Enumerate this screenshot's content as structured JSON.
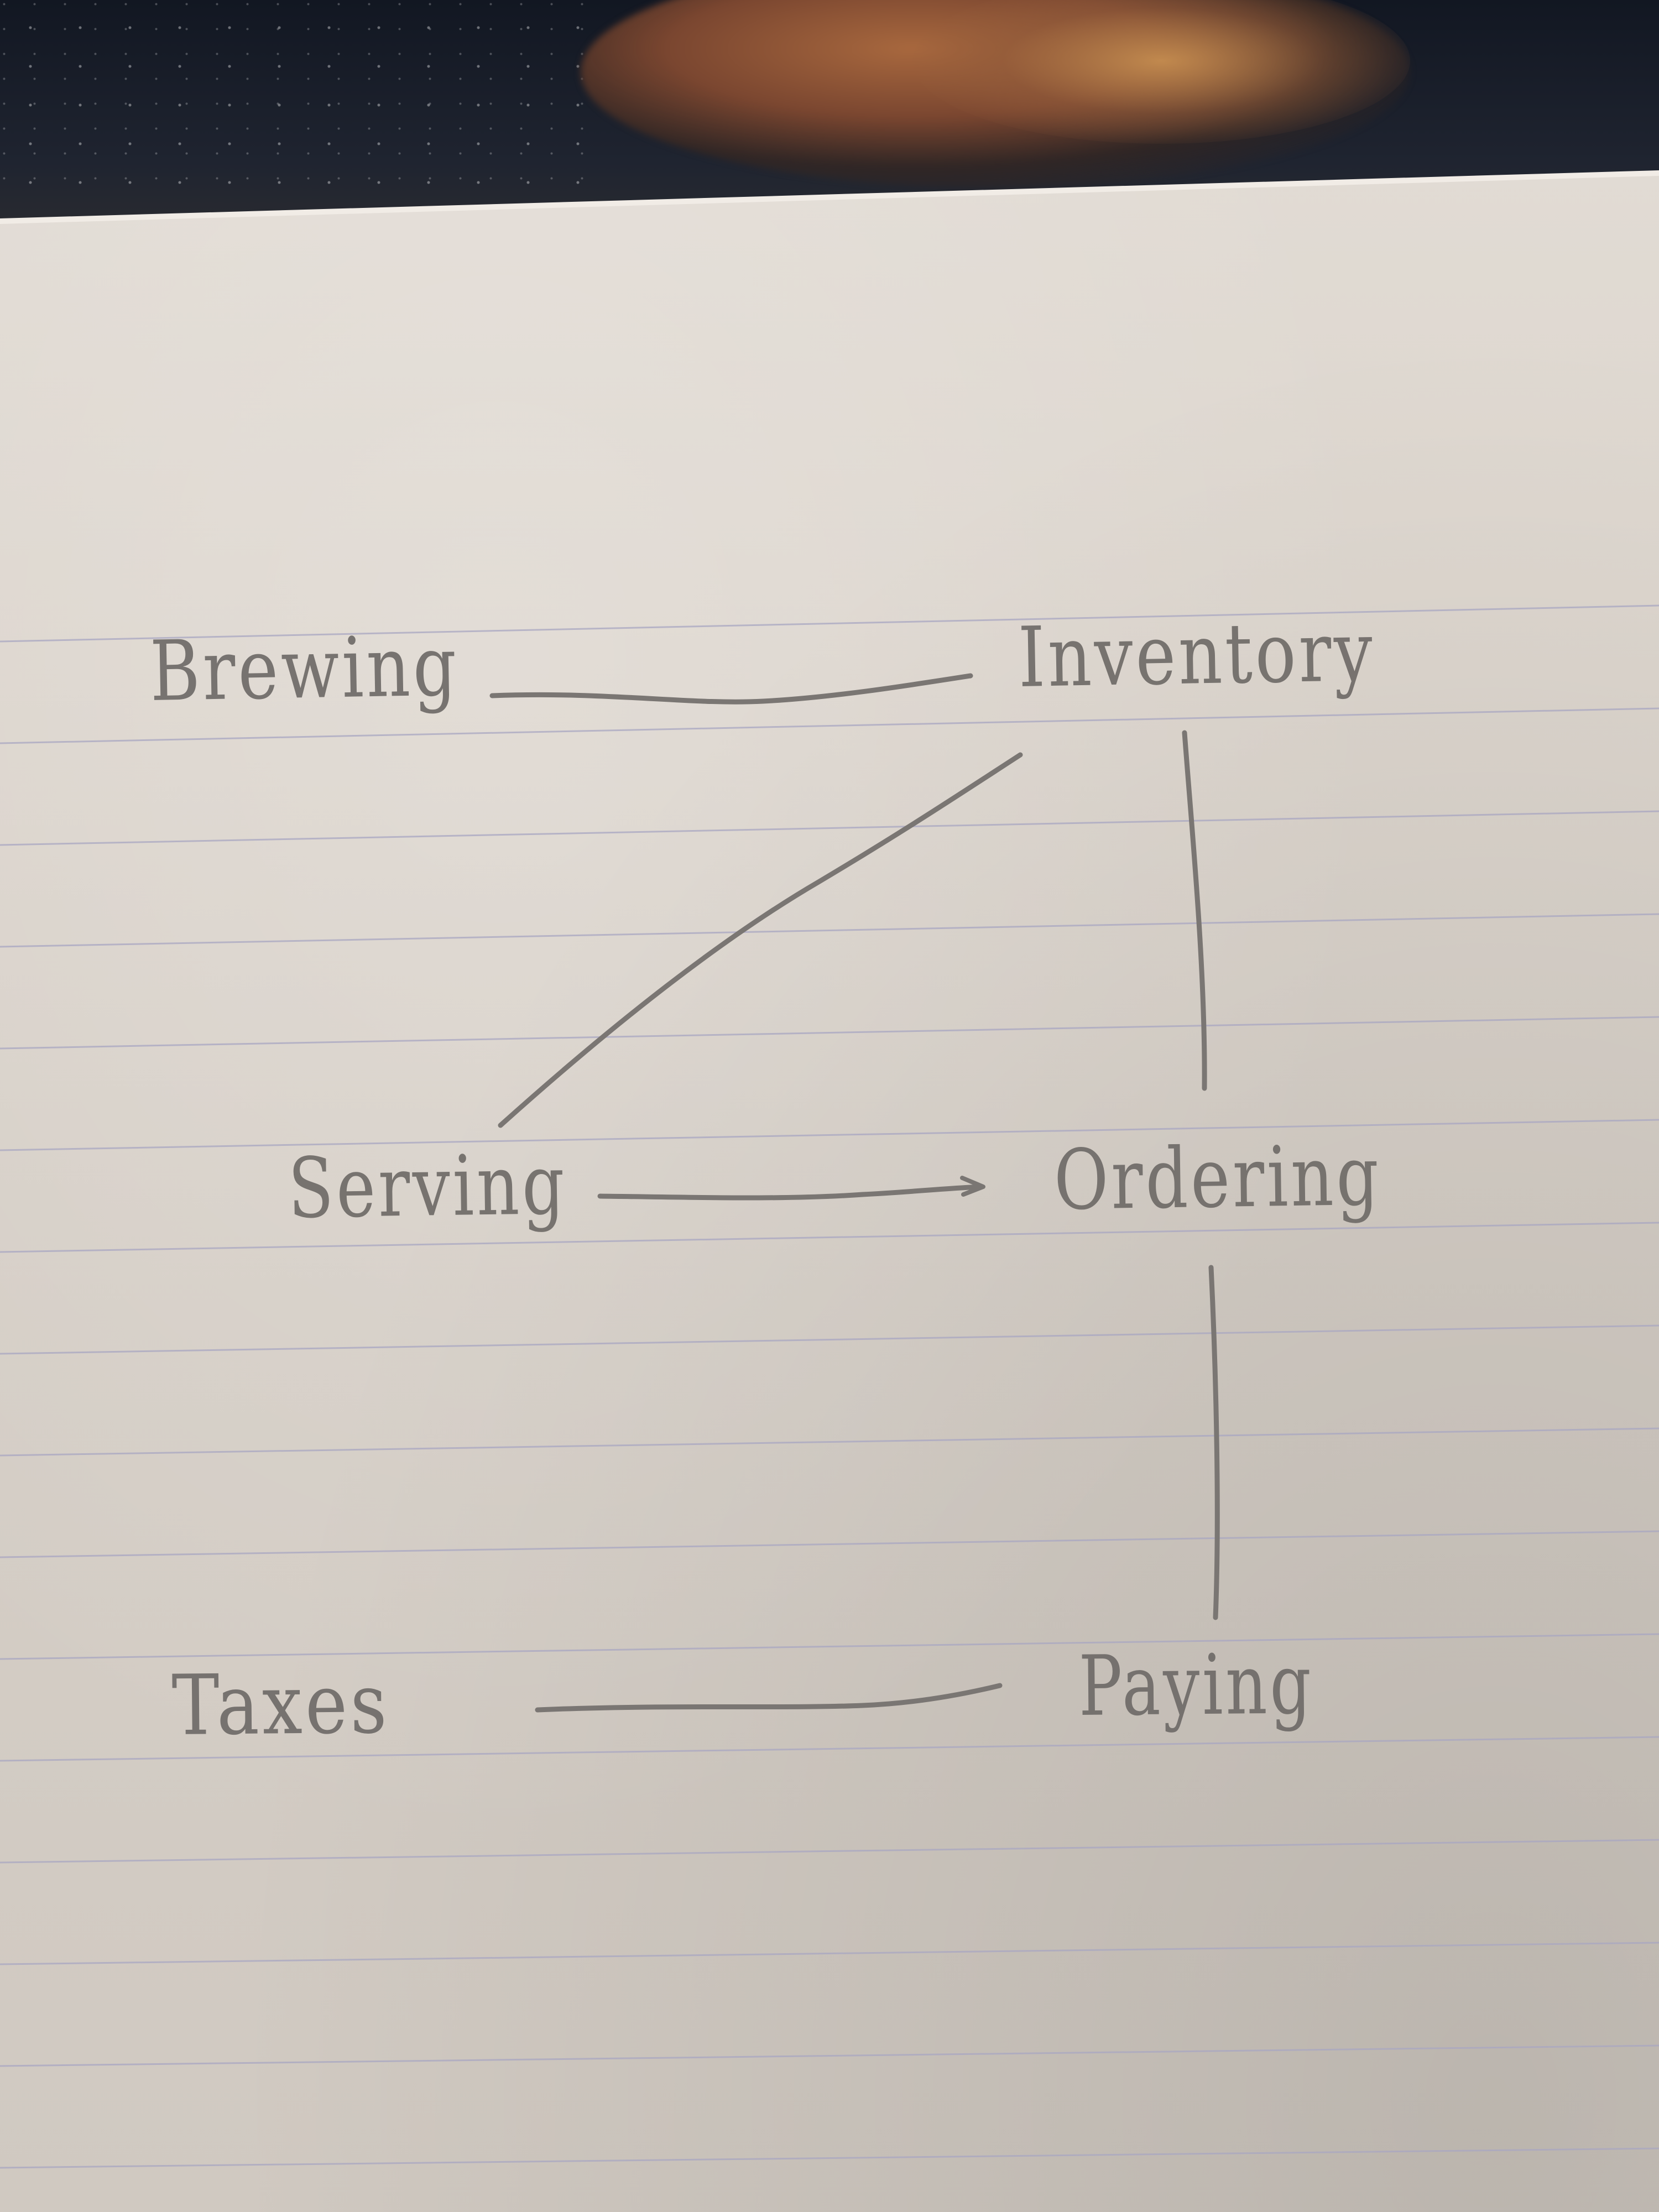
{
  "diagram": {
    "nodes": {
      "brewing": "Brewing",
      "inventory": "Inventory",
      "serving": "Serving",
      "ordering": "Ordering",
      "taxes": "Taxes",
      "paying": "Paying"
    },
    "edges": [
      {
        "from": "Brewing",
        "to": "Inventory"
      },
      {
        "from": "Serving",
        "to": "Inventory"
      },
      {
        "from": "Inventory",
        "to": "Ordering"
      },
      {
        "from": "Serving",
        "to": "Ordering"
      },
      {
        "from": "Ordering",
        "to": "Paying"
      },
      {
        "from": "Taxes",
        "to": "Paying"
      }
    ]
  },
  "colors": {
    "pencil": "#6f6b68",
    "paper": "#dcd5cd",
    "ruled_line": "#a9a7c2"
  }
}
